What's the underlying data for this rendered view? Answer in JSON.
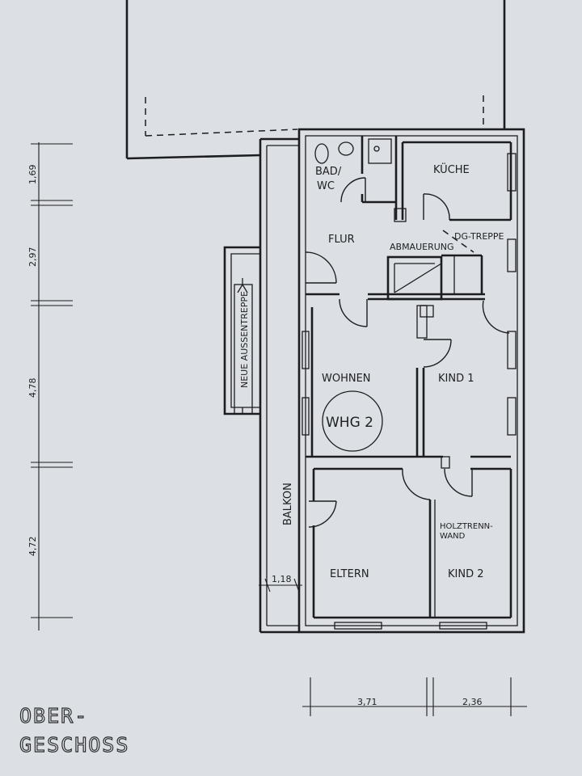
{
  "rooms": {
    "bad": "BAD/",
    "wc": "WC",
    "kueche": "KÜCHE",
    "flur": "FLUR",
    "dg_treppe": "DG-TREPPE",
    "abmauerung": "ABMAUERUNG",
    "wohnen": "WOHNEN",
    "kind1": "KIND 1",
    "whg": "WHG 2",
    "neue_aussentreppe": "NEUE AUSSENTREPPE",
    "balkon": "BALKON",
    "holztrenn": "HOLZTRENN-",
    "wand": "WAND",
    "eltern": "ELTERN",
    "kind2": "KIND 2"
  },
  "dimensions": {
    "vertical": [
      "1,69",
      "2,97",
      "4,78",
      "4,72"
    ],
    "balkon_width": "1,18",
    "bottom": [
      "3,71",
      "2,36"
    ]
  },
  "title": {
    "line1": "OBER-",
    "line2": "GESCHOSS"
  }
}
